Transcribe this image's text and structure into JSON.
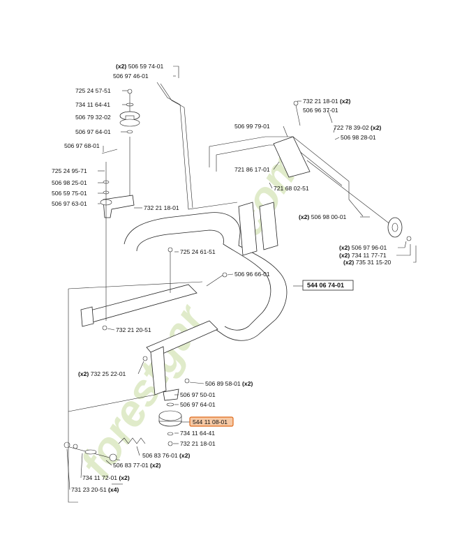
{
  "watermark": "forestgarden.com",
  "main_assembly": "544 06 74-01",
  "highlighted_part": "544 11 08-01",
  "labels": [
    {
      "qty": "(x2)",
      "part": "506 59 74-01"
    },
    {
      "qty": "",
      "part": "506 97 46-01"
    },
    {
      "qty": "",
      "part": "725 24 57-51"
    },
    {
      "qty": "",
      "part": "734 11 64-41"
    },
    {
      "qty": "",
      "part": "506 79 32-02"
    },
    {
      "qty": "",
      "part": "506 97 64-01"
    },
    {
      "qty": "",
      "part": "506 97 68-01"
    },
    {
      "qty": "",
      "part": "725 24 95-71"
    },
    {
      "qty": "",
      "part": "506 98 25-01"
    },
    {
      "qty": "",
      "part": "506 59 75-01"
    },
    {
      "qty": "",
      "part": "506 97 63-01"
    },
    {
      "qty": "",
      "part": "732 21 18-01"
    },
    {
      "qty": "(x2)",
      "part": "732 21 18-01"
    },
    {
      "qty": "",
      "part": "506 96 37-01"
    },
    {
      "qty": "",
      "part": "506 99 79-01"
    },
    {
      "qty": "(x2)",
      "part": "722 78 39-02"
    },
    {
      "qty": "",
      "part": "506 98 28-01"
    },
    {
      "qty": "",
      "part": "721 86 17-01"
    },
    {
      "qty": "",
      "part": "721 68 02-51"
    },
    {
      "qty": "(x2)",
      "part": "506 98 00-01"
    },
    {
      "qty": "",
      "part": "725 24 61-51"
    },
    {
      "qty": "(x2)",
      "part": "506 97 96-01"
    },
    {
      "qty": "(x2)",
      "part": "734 11 77-71"
    },
    {
      "qty": "(x2)",
      "part": "735 31 15-20"
    },
    {
      "qty": "",
      "part": "506 96 66-01"
    },
    {
      "qty": "",
      "part": "732 21 20-51"
    },
    {
      "qty": "(x2)",
      "part": "732 25 22-01"
    },
    {
      "qty": "(x2)",
      "part": "506 89 58-01"
    },
    {
      "qty": "",
      "part": "506 97 50-01"
    },
    {
      "qty": "",
      "part": "506 97 64-01"
    },
    {
      "qty": "",
      "part": "734 11 64-41"
    },
    {
      "qty": "",
      "part": "732 21 18-01"
    },
    {
      "qty": "(x2)",
      "part": "506 83 76-01"
    },
    {
      "qty": "(x2)",
      "part": "506 83 77-01"
    },
    {
      "qty": "(x2)",
      "part": "734 11 72-01"
    },
    {
      "qty": "(x4)",
      "part": "731 23 20-51"
    }
  ]
}
